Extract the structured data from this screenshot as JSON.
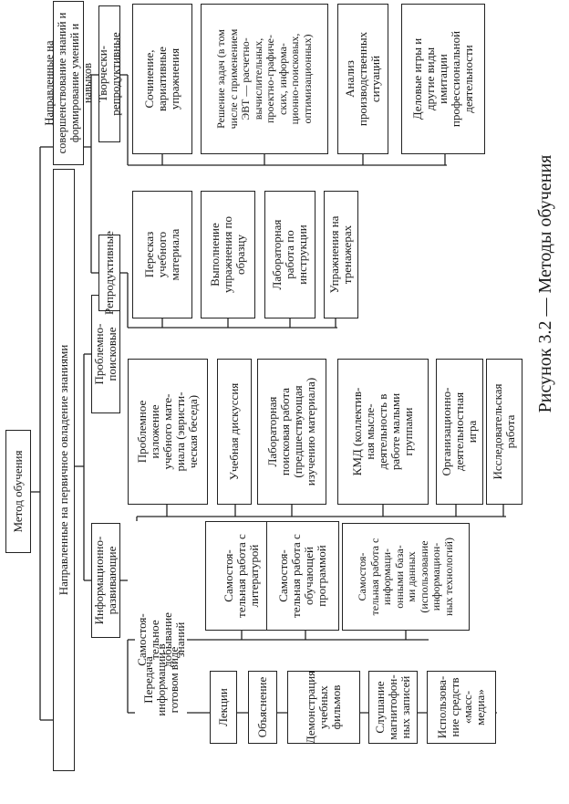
{
  "root": "Метод обучения",
  "groups": {
    "first_mastery": "Направленные на первичное овладение знаниями",
    "improvement": "Направленные на совершенствование знаний и формирование умений и навыков"
  },
  "categories": {
    "info_dev": "Информационно-развивающие",
    "problem_search": "Проблемно-поисковые",
    "reproductive": "Репродуктивные",
    "creative_reproductive": "Творчески-репродуктивные"
  },
  "info_dev": {
    "ready_form": "Передача\nинформации в\nготовом виде",
    "self_acquisition": "Самостоя-\nтельное\nдобывание\nзнаний",
    "ready_items": [
      "Лекции",
      "Объяснение",
      "Демонстрация\nучебных\nфильмов",
      "Слушание\nмагнитофон-\nных записей",
      "Использова-\nние средств\n«масс-медиа»"
    ],
    "self_items": [
      "Самостоя-\nтельная работа с\nлитературой",
      "Самостоя-\nтельная работа с\nобучающей\nпрограммой",
      "Самостоя-\nтельная работа с\nинформаци-\nонными база-\nми данных\n(использование\nинформацион-\nных технологий)"
    ]
  },
  "problem_search_items": [
    "Проблемное\nизложение\nучебного мате-\nриала (эвристи-\nческая беседа)",
    "Учебная дискуссия",
    "Лабораторная\nпоисковая работа\n(предшествующая\nизучению материала)",
    "КМД (коллектив-\nная мысле-\nдеятельность в\nработе малыми\nгруппами",
    "Организационно-\nдеятельностная\nигра",
    "Исследовательская\nработа"
  ],
  "reproductive_items": [
    "Пересказ\nучебного\nматериала",
    "Выполнение\nупражнения по\nобразцу",
    "Лабораторная\nработа по\nинструкции",
    "Упражнения на\nтренажерах"
  ],
  "creative_items": [
    "Сочинение,\nвариативные\nупражнения",
    "Решение задач (в том\nчисле с применением\nЭВТ — расчетно-\nвычислительных,\nпроектно-графиче-\nских, информа-\nционно-поисковых,\nоптимизационных)",
    "Анализ\nпроизводственных\nситуаций",
    "Деловые игры и\nдругие виды\nимитации\nпрофессиональной\nдеятельности"
  ],
  "caption": "Рисунок 3.2 — Методы обучения"
}
